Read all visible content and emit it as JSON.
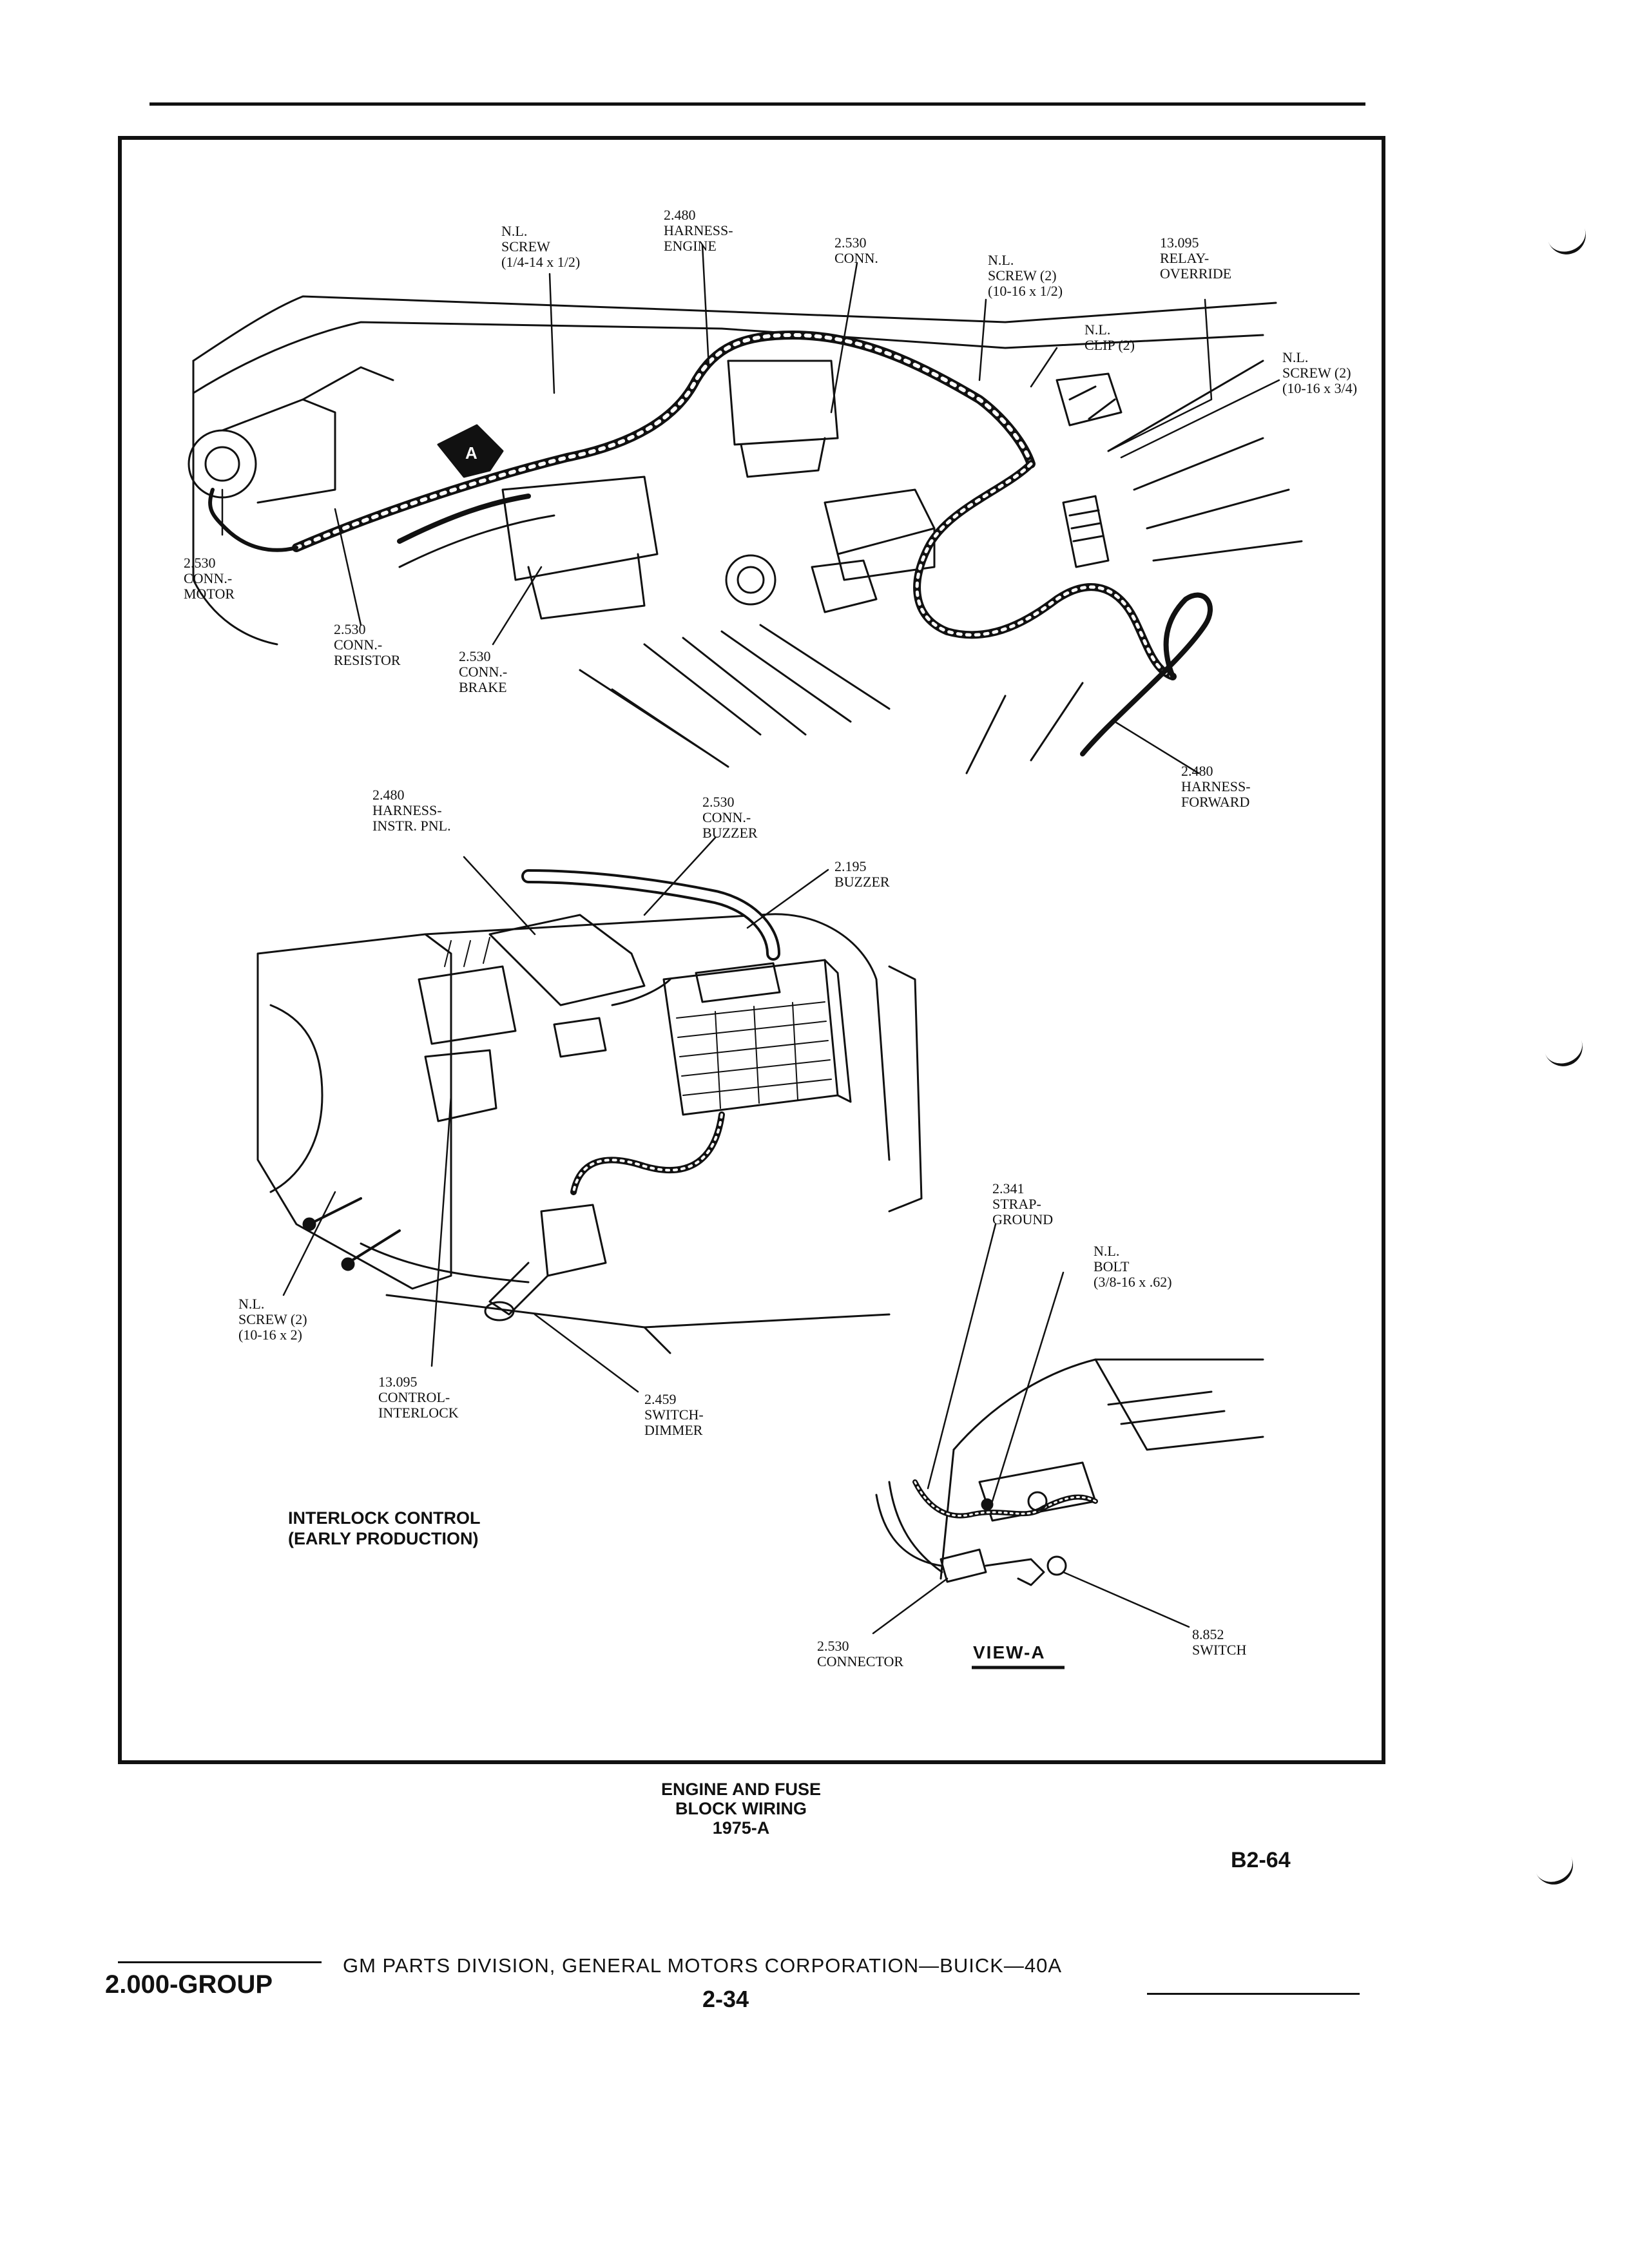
{
  "labels": {
    "nl_screw_1": [
      "N.L.",
      "SCREW",
      "(1/4-14 x 1/2)"
    ],
    "harness_engine": [
      "2.480",
      "HARNESS-",
      "ENGINE"
    ],
    "conn_2530_top": [
      "2.530",
      "CONN."
    ],
    "nl_screw_2": [
      "N.L.",
      "SCREW (2)",
      "(10-16 x 1/2)"
    ],
    "relay_override": [
      "13.095",
      "RELAY-",
      "OVERRIDE"
    ],
    "nl_clip": [
      "N.L.",
      "CLIP (2)"
    ],
    "nl_screw_3": [
      "N.L.",
      "SCREW (2)",
      "(10-16 x 3/4)"
    ],
    "conn_motor": [
      "2.530",
      "CONN.-",
      "MOTOR"
    ],
    "conn_resistor": [
      "2.530",
      "CONN.-",
      "RESISTOR"
    ],
    "conn_brake": [
      "2.530",
      "CONN.-",
      "BRAKE"
    ],
    "harness_forward": [
      "2.480",
      "HARNESS-",
      "FORWARD"
    ],
    "harness_instr": [
      "2.480",
      "HARNESS-",
      "INSTR. PNL."
    ],
    "conn_buzzer": [
      "2.530",
      "CONN.-",
      "BUZZER"
    ],
    "buzzer": [
      "2.195",
      "BUZZER"
    ],
    "strap_ground": [
      "2.341",
      "STRAP-",
      "GROUND"
    ],
    "nl_bolt": [
      "N.L.",
      "BOLT",
      "(3/8-16 x .62)"
    ],
    "nl_screw_4": [
      "N.L.",
      "SCREW (2)",
      "(10-16 x 2)"
    ],
    "control_interlock": [
      "13.095",
      "CONTROL-",
      "INTERLOCK"
    ],
    "switch_dimmer": [
      "2.459",
      "SWITCH-",
      "DIMMER"
    ],
    "connector": [
      "2.530",
      "CONNECTOR"
    ],
    "switch": [
      "8.852",
      "SWITCH"
    ]
  },
  "view_a_label": "VIEW-A",
  "callout_a": "A",
  "interlock_title": [
    "INTERLOCK CONTROL",
    "(EARLY PRODUCTION)"
  ],
  "caption": [
    "ENGINE AND FUSE",
    "BLOCK WIRING",
    "1975-A"
  ],
  "page_code": "B2-64",
  "footer": {
    "group": "2.000-GROUP",
    "publisher": "GM PARTS DIVISION, GENERAL MOTORS CORPORATION—BUICK—40A",
    "page_number": "2-34"
  }
}
